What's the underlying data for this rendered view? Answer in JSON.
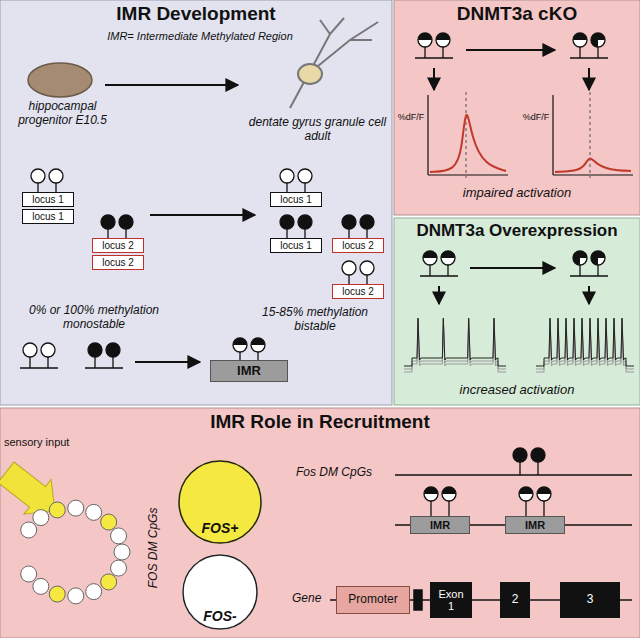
{
  "diagram": {
    "nodes": [
      {
        "text": [
          "IMR Development"
        ]
      },
      {
        "text": [
          "locus 1"
        ],
        "in": 0
      },
      {
        "text": [
          "locus 1"
        ],
        "in": 0
      },
      {
        "text": [
          "locus 2"
        ],
        "in": 0
      },
      {
        "text": [
          "locus 2"
        ],
        "in": 0
      },
      {
        "text": [
          "locus 1"
        ],
        "in": 0
      },
      {
        "text": [
          "locus 1"
        ],
        "in": 0
      },
      {
        "text": [
          "locus 2"
        ],
        "in": 0
      },
      {
        "text": [
          "locus 2"
        ],
        "in": 0
      },
      {
        "text": [
          "IMR"
        ],
        "in": 0
      },
      {
        "text": [
          "DNMT3a cKO"
        ]
      },
      {
        "text": [
          "DNMT3a Overexpression"
        ]
      },
      {
        "text": [
          "IMR Role in Recruitment"
        ]
      },
      {
        "text": [
          "FOS+"
        ],
        "in": 12
      },
      {
        "text": [
          "FOS-"
        ],
        "in": 12
      },
      {
        "text": [
          "IMR"
        ],
        "in": 12
      },
      {
        "text": [
          "IMR"
        ],
        "in": 12
      },
      {
        "text": [
          "Promoter"
        ],
        "in": 12
      },
      {
        "text": [
          "Exon 1"
        ],
        "in": 12
      },
      {
        "text": [
          "2"
        ],
        "in": 12
      },
      {
        "text": [
          "3"
        ],
        "in": 12
      }
    ],
    "labels": [
      "IMR= Intermediate Methylated Region",
      "hippocampal progenitor E10.5",
      "dentate gyrus granule cell adult",
      "0% or 100% methylation monostable",
      "15-85% methylation bistable",
      "%dF/F",
      "%dF/F",
      "impaired activation",
      "increased activation",
      "sensory input",
      "FOS DM CpGs",
      "Fos DM CpGs",
      "Gene"
    ]
  }
}
